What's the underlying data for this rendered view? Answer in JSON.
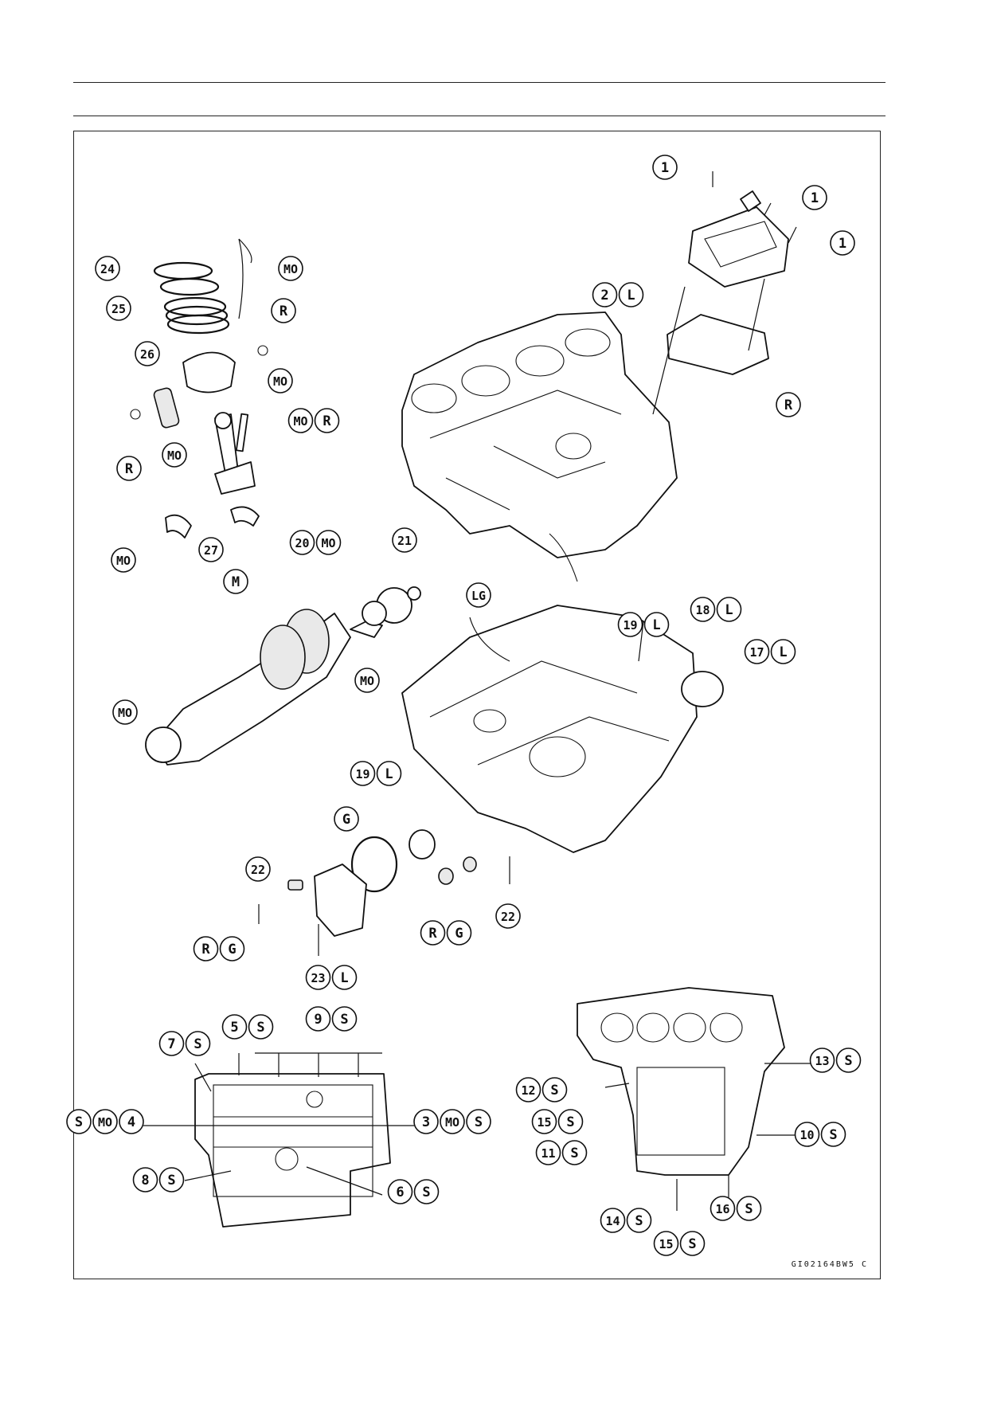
{
  "figure_code": "GI02164BW5 C",
  "callouts": [
    {
      "id": "c1a",
      "parts": [
        "1"
      ]
    },
    {
      "id": "c1b",
      "parts": [
        "1"
      ]
    },
    {
      "id": "c1c",
      "parts": [
        "1"
      ]
    },
    {
      "id": "c2",
      "parts": [
        "2",
        "L"
      ]
    },
    {
      "id": "cRcov",
      "parts": [
        "R"
      ]
    },
    {
      "id": "c24",
      "parts": [
        "24"
      ]
    },
    {
      "id": "c25",
      "parts": [
        "25"
      ]
    },
    {
      "id": "cMOrings",
      "parts": [
        "MO"
      ]
    },
    {
      "id": "cRclip",
      "parts": [
        "R"
      ]
    },
    {
      "id": "c26",
      "parts": [
        "26"
      ]
    },
    {
      "id": "cMOpiston",
      "parts": [
        "MO"
      ]
    },
    {
      "id": "cMORbolt",
      "parts": [
        "MO",
        "R"
      ]
    },
    {
      "id": "cMOpin",
      "parts": [
        "MO"
      ]
    },
    {
      "id": "cRclip2",
      "parts": [
        "R"
      ]
    },
    {
      "id": "c27",
      "parts": [
        "27"
      ]
    },
    {
      "id": "c20",
      "parts": [
        "20",
        "MO"
      ]
    },
    {
      "id": "cMObear",
      "parts": [
        "MO"
      ]
    },
    {
      "id": "c21",
      "parts": [
        "21"
      ]
    },
    {
      "id": "cM",
      "parts": [
        "M"
      ]
    },
    {
      "id": "cMOcrank",
      "parts": [
        "MO"
      ]
    },
    {
      "id": "cMOcrank2",
      "parts": [
        "MO"
      ]
    },
    {
      "id": "cLG",
      "parts": [
        "LG"
      ]
    },
    {
      "id": "c19a",
      "parts": [
        "19",
        "L"
      ]
    },
    {
      "id": "c18",
      "parts": [
        "18",
        "L"
      ]
    },
    {
      "id": "c17",
      "parts": [
        "17",
        "L"
      ]
    },
    {
      "id": "c19b",
      "parts": [
        "19",
        "L"
      ]
    },
    {
      "id": "cG",
      "parts": [
        "G"
      ]
    },
    {
      "id": "c22a",
      "parts": [
        "22"
      ]
    },
    {
      "id": "c22b",
      "parts": [
        "22"
      ]
    },
    {
      "id": "cRGa",
      "parts": [
        "R",
        "G"
      ]
    },
    {
      "id": "cRGb",
      "parts": [
        "R",
        "G"
      ]
    },
    {
      "id": "c23",
      "parts": [
        "23",
        "L"
      ]
    },
    {
      "id": "c5",
      "parts": [
        "5",
        "S"
      ]
    },
    {
      "id": "c9",
      "parts": [
        "9",
        "S"
      ]
    },
    {
      "id": "c7",
      "parts": [
        "7",
        "S"
      ]
    },
    {
      "id": "c4",
      "parts": [
        "S",
        "MO",
        "4"
      ]
    },
    {
      "id": "c3",
      "parts": [
        "3",
        "MO",
        "S"
      ]
    },
    {
      "id": "c8",
      "parts": [
        "8",
        "S"
      ]
    },
    {
      "id": "c6",
      "parts": [
        "6",
        "S"
      ]
    },
    {
      "id": "c13",
      "parts": [
        "13",
        "S"
      ]
    },
    {
      "id": "c12",
      "parts": [
        "12",
        "S"
      ]
    },
    {
      "id": "c15a",
      "parts": [
        "15",
        "S"
      ]
    },
    {
      "id": "c10",
      "parts": [
        "10",
        "S"
      ]
    },
    {
      "id": "c11",
      "parts": [
        "11",
        "S"
      ]
    },
    {
      "id": "c14",
      "parts": [
        "14",
        "S"
      ]
    },
    {
      "id": "c16",
      "parts": [
        "16",
        "S"
      ]
    },
    {
      "id": "c15b",
      "parts": [
        "15",
        "S"
      ]
    }
  ]
}
